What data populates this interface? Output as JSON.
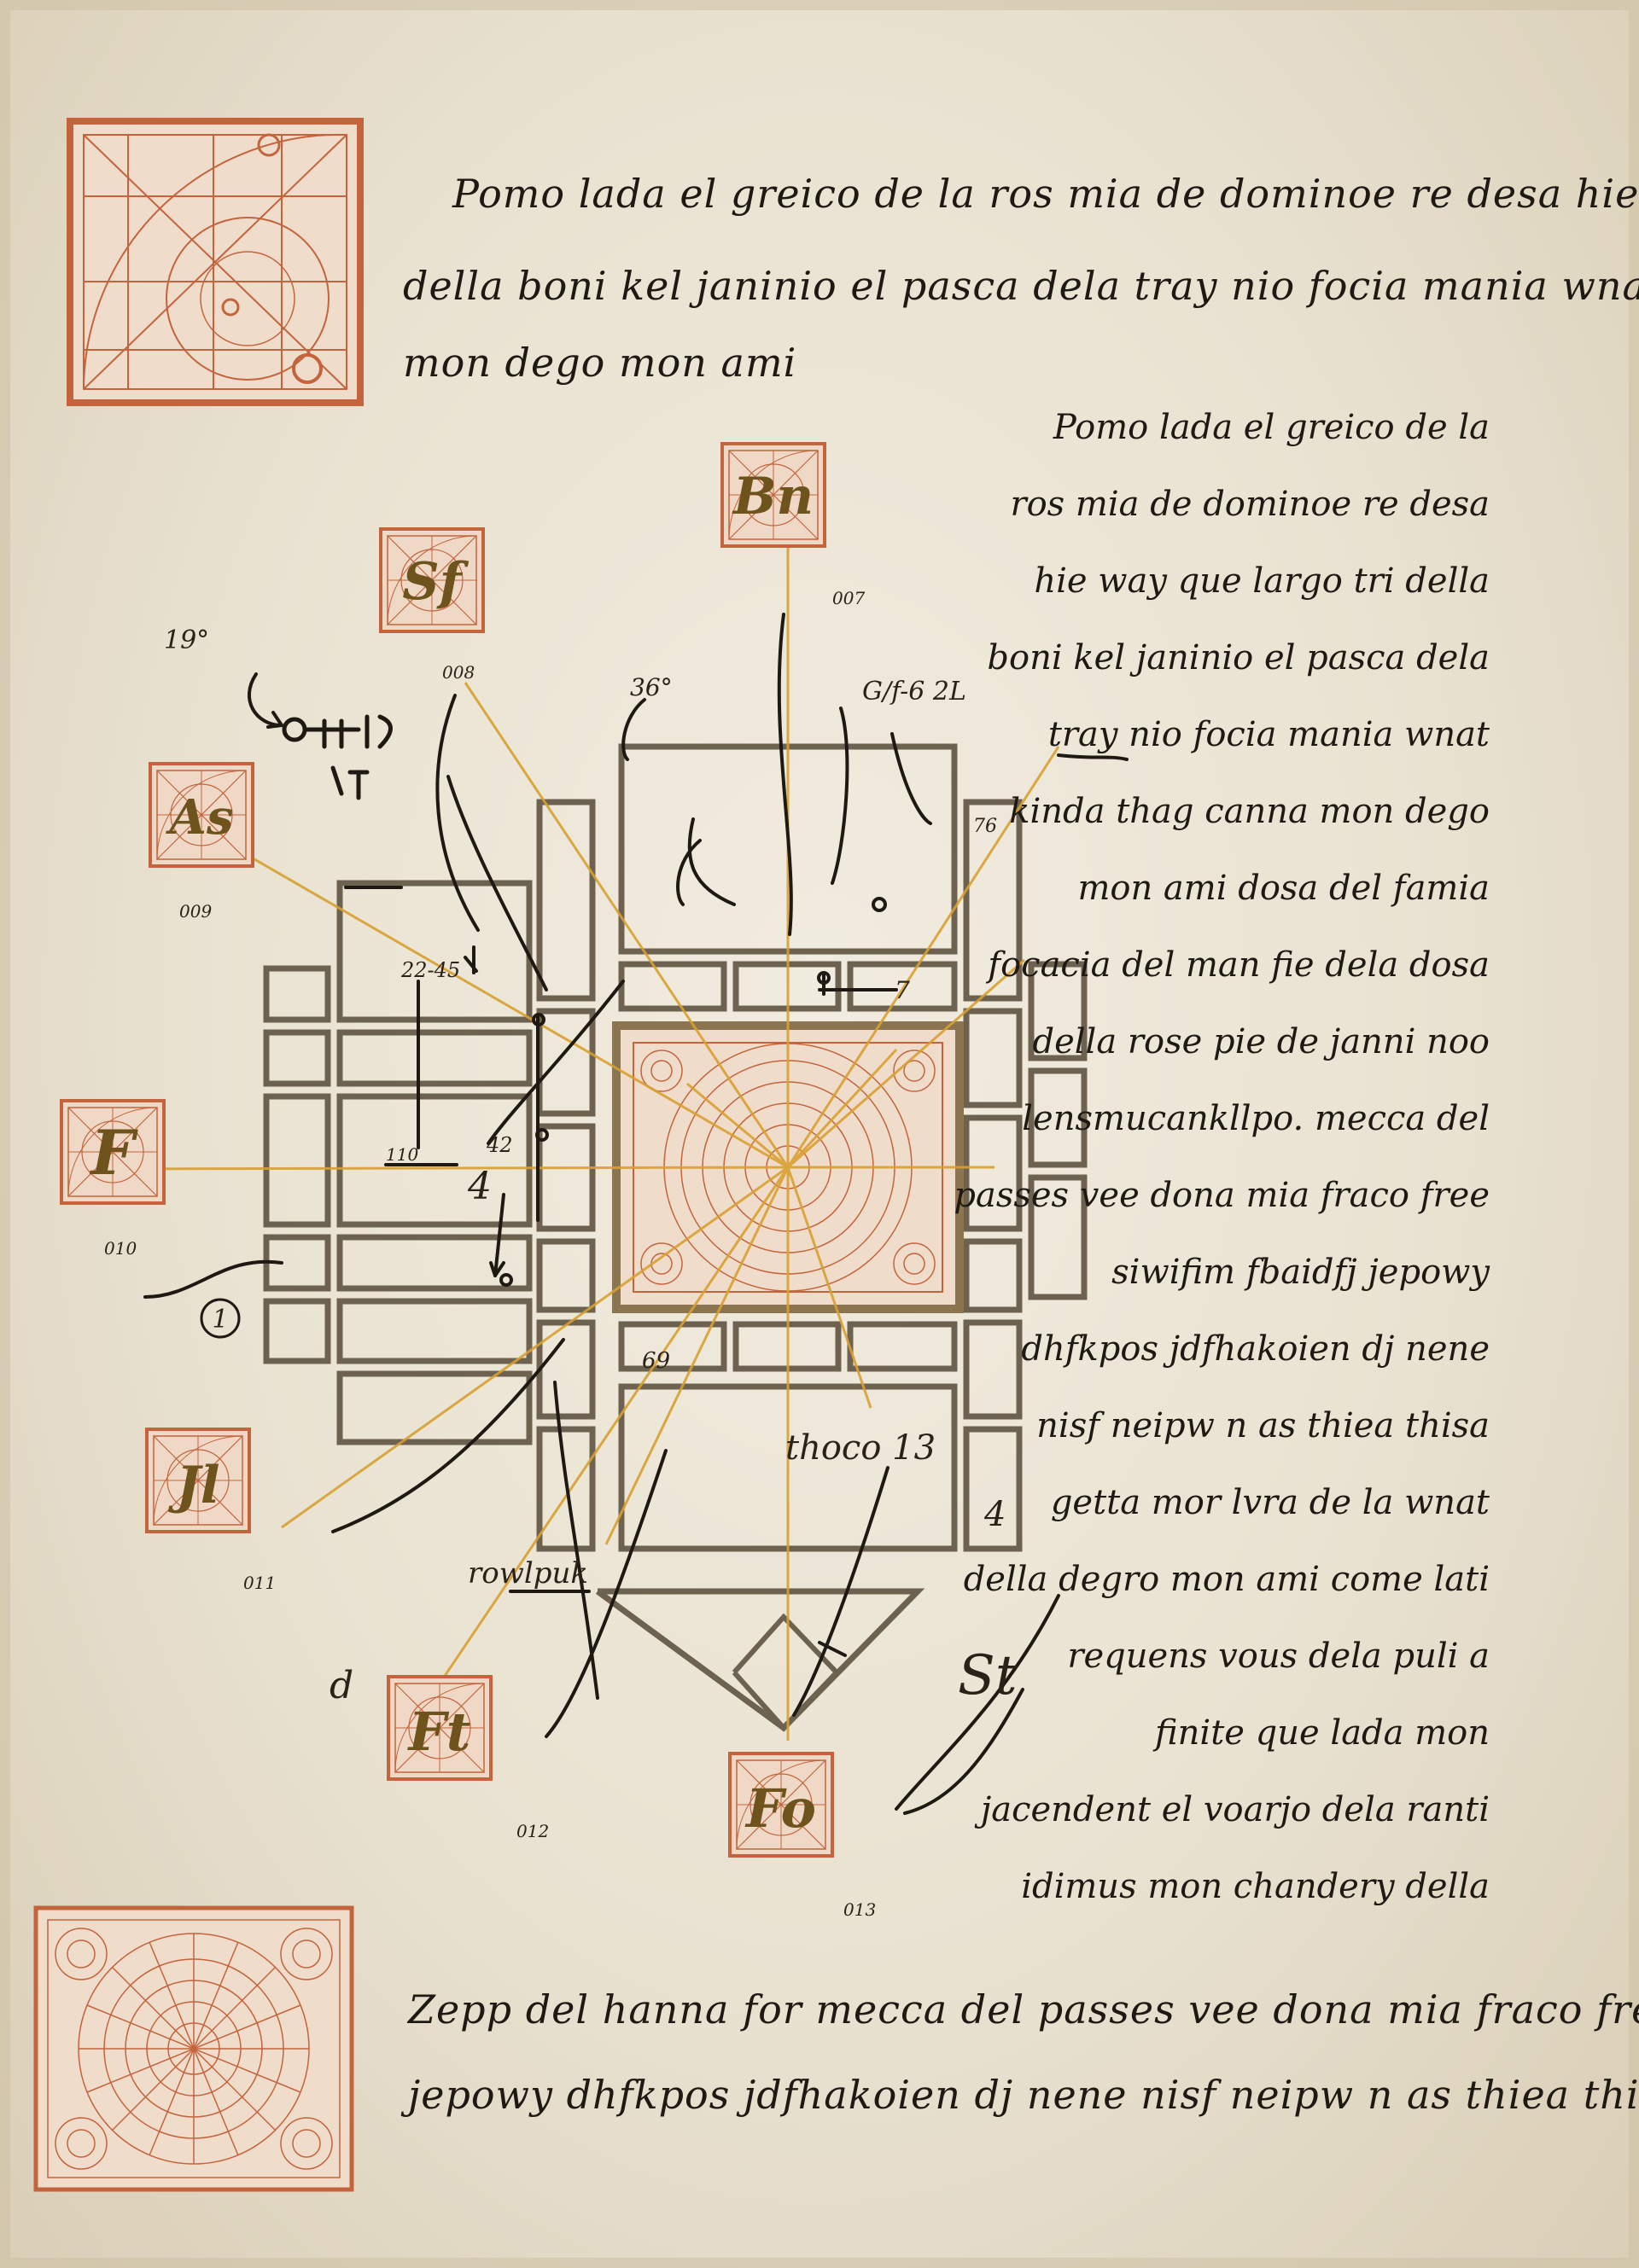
{
  "top_paragraph": [
    "Pomo lada el greico de la ros mia de dominoe re desa hie way que largo tri",
    "della boni kel janinio el pasca dela tray nio focia mania wnat kinda thag canna",
    "mon dego mon ami"
  ],
  "side_paragraph": [
    "Pomo lada el greico de la",
    "ros mia de dominoe re desa",
    "hie way que largo tri della",
    "boni kel janinio el pasca dela",
    "tray nio focia mania wnat",
    "kinda thag canna mon dego",
    "mon ami dosa del famia",
    "focacia del man fie dela dosa",
    "della rose pie de janni noo",
    "lensmucankllpo. mecca del",
    "passes vee dona mia fraco free",
    "siwifim fbaidfj jepowy",
    "dhfkpos jdfhakoien dj nene",
    "nisf neipw n as thiea thisa",
    "getta mor lvra de la wnat",
    "della degro mon ami come lati",
    "requens vous dela puli a",
    "finite que lada mon",
    "jacendent el voarjo dela ranti",
    "idimus mon chandery della"
  ],
  "bottom_paragraph": [
    "Zepp del hanna for mecca del passes vee dona mia fraco free siwifim fbaidfj",
    "jepowy dhfkpos jdfhakoien dj nene nisf neipw n as thiea thisa getta mor lvra de la"
  ],
  "glyph_tiles": [
    {
      "code": "007",
      "glyph": "Bn"
    },
    {
      "code": "008",
      "glyph": "Sf"
    },
    {
      "code": "009",
      "glyph": "As"
    },
    {
      "code": "010",
      "glyph": "F"
    },
    {
      "code": "011",
      "glyph": "Jl"
    },
    {
      "code": "012",
      "glyph": "Ft"
    },
    {
      "code": "013",
      "glyph": "Fo"
    }
  ],
  "annotations": {
    "degree": "19°",
    "angle_36": "36°",
    "grid_ref": "G/f-6 2L",
    "label_76": "76",
    "label_7": "7",
    "measure_45": "22-45",
    "measure_110": "110",
    "measure_42": "42",
    "label_4_left": "4",
    "circled_1": "1",
    "label_69": "69",
    "thoco": "thoco 13",
    "label_4_right": "4",
    "rowlpuk": "rowlpuk",
    "letter_d": "d",
    "signature": "St"
  },
  "colors": {
    "parchment": "#ece5d4",
    "ink": "#1e1912",
    "terracotta": "#c4643c",
    "gold": "#d9a030",
    "stone": "#6d6250",
    "glyph": "#6e531c"
  }
}
